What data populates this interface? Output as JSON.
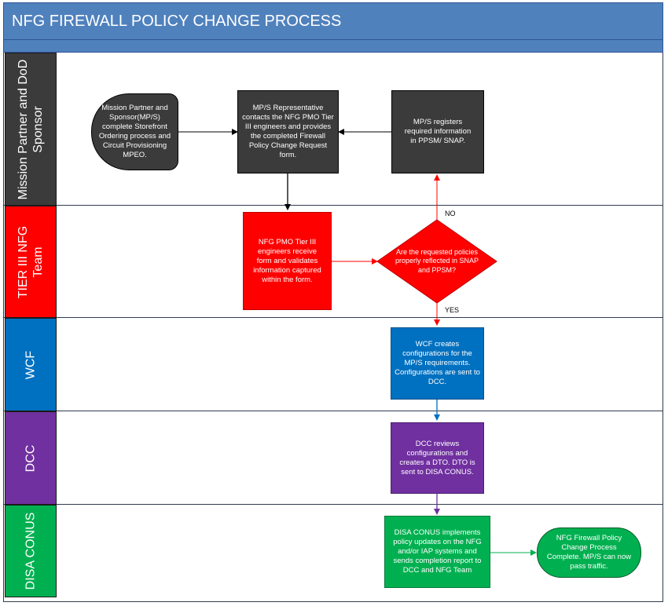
{
  "title": "NFG FIREWALL POLICY CHANGE PROCESS",
  "lanes": [
    {
      "id": "mp",
      "label": "Mission Partner and DoD Sponsor",
      "color": "#3b3b3b"
    },
    {
      "id": "tier3",
      "label": "TIER III NFG Team",
      "color": "#ff0000"
    },
    {
      "id": "wcf",
      "label": "WCF",
      "color": "#0070c0"
    },
    {
      "id": "dcc",
      "label": "DCC",
      "color": "#7030a0"
    },
    {
      "id": "disa",
      "label": "DISA CONUS",
      "color": "#00b050"
    }
  ],
  "nodes": {
    "start": {
      "text": "Mission Partner and Sponsor(MP/S) complete Storefront Ordering process and Circuit Provisioning MPEO.",
      "shape": "terminator",
      "color": "#3b3b3b"
    },
    "contact": {
      "text": "MP/S Representative contacts the NFG PMO Tier III engineers and provides the completed Firewall Policy Change Request form.",
      "shape": "process",
      "color": "#3b3b3b"
    },
    "register": {
      "text": "MP/S registers required information in PPSM/ SNAP.",
      "shape": "process",
      "color": "#3b3b3b"
    },
    "receive": {
      "text": "NFG PMO Tier III engineers receive form and validates information captured within the form.",
      "shape": "process",
      "color": "#ff0000"
    },
    "decision": {
      "text": "Are the requested policies properly reflected in SNAP and PPSM?",
      "shape": "decision",
      "color": "#ff0000"
    },
    "wcf": {
      "text": "WCF creates configurations for the MP/S requirements. Configurations are sent to DCC.",
      "shape": "process",
      "color": "#0070c0"
    },
    "dcc": {
      "text": "DCC reviews configurations and creates a DTO. DTO is sent to DISA CONUS.",
      "shape": "process",
      "color": "#7030a0"
    },
    "disa": {
      "text": "DISA CONUS implements policy updates on the NFG and/or IAP systems and sends completion report to DCC and NFG Team",
      "shape": "process",
      "color": "#00b050"
    },
    "end": {
      "text": "NFG Firewall Policy Change Process Complete. MP/S can now pass traffic.",
      "shape": "terminator",
      "color": "#00b050"
    }
  },
  "edges": [
    {
      "from": "start",
      "to": "contact",
      "label": "",
      "color": "#000000"
    },
    {
      "from": "register",
      "to": "contact",
      "label": "",
      "color": "#000000"
    },
    {
      "from": "contact",
      "to": "receive",
      "label": "",
      "color": "#000000"
    },
    {
      "from": "receive",
      "to": "decision",
      "label": "",
      "color": "#ff0000"
    },
    {
      "from": "decision",
      "to": "register",
      "label": "NO",
      "color": "#ff0000"
    },
    {
      "from": "decision",
      "to": "wcf",
      "label": "YES",
      "color": "#ff0000"
    },
    {
      "from": "wcf",
      "to": "dcc",
      "label": "",
      "color": "#0070c0"
    },
    {
      "from": "dcc",
      "to": "disa",
      "label": "",
      "color": "#7030a0"
    },
    {
      "from": "disa",
      "to": "end",
      "label": "",
      "color": "#00b050"
    }
  ]
}
